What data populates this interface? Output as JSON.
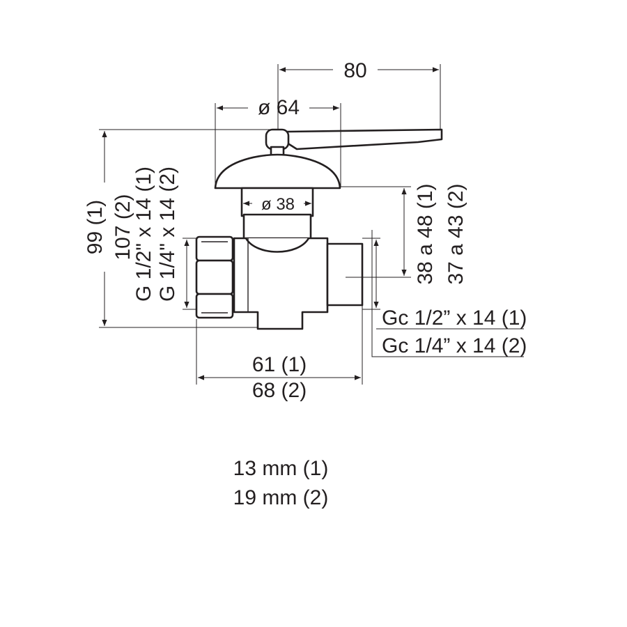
{
  "drawing": {
    "dim_width_80": "80",
    "dim_cap_diameter": "ø 64",
    "dim_stem_diameter": "ø 38",
    "dim_total_height_1": "99 (1)",
    "dim_total_height_2": "107 (2)",
    "dim_inlet_thread_1": "G 1/2\" x 14 (1)",
    "dim_inlet_thread_2": "G 1/4\" x 14 (2)",
    "dim_outlet_height_1": "38 a 48 (1)",
    "dim_outlet_height_2": "37 a 43 (2)",
    "dim_outlet_thread_1": "Gc 1/2” x 14 (1)",
    "dim_outlet_thread_2": "Gc 1/4” x 14 (2)",
    "dim_length_1": "61 (1)",
    "dim_length_2": "68 (2)"
  },
  "notes": {
    "bore_1": "13 mm (1)",
    "bore_2": "19 mm (2)"
  }
}
